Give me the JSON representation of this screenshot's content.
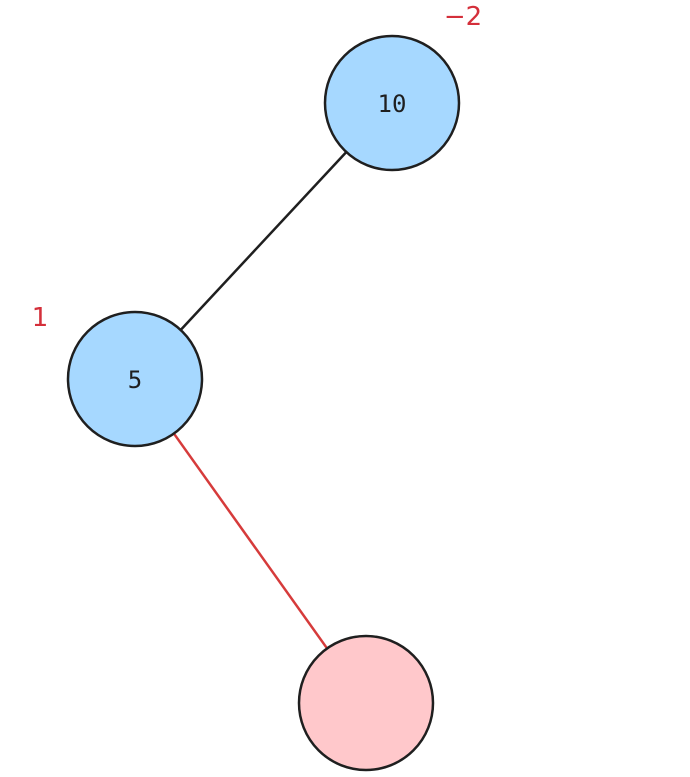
{
  "colors": {
    "existing_node_fill": "#a6d8ff",
    "new_node_fill": "#ffc8cb",
    "node_stroke": "#1f1f1f",
    "edge_default": "#1f1f1f",
    "edge_new": "#d63b3b",
    "balance_text": "#d42f3a"
  },
  "nodes": [
    {
      "id": "n10",
      "label": "10",
      "balance": "−2",
      "state": "existing"
    },
    {
      "id": "n5",
      "label": "5",
      "balance": "1",
      "state": "existing"
    },
    {
      "id": "nNew",
      "label": "",
      "balance": "",
      "state": "new"
    }
  ],
  "edges": [
    {
      "from": "n10",
      "to": "n5",
      "state": "existing"
    },
    {
      "from": "n5",
      "to": "nNew",
      "state": "new"
    }
  ]
}
